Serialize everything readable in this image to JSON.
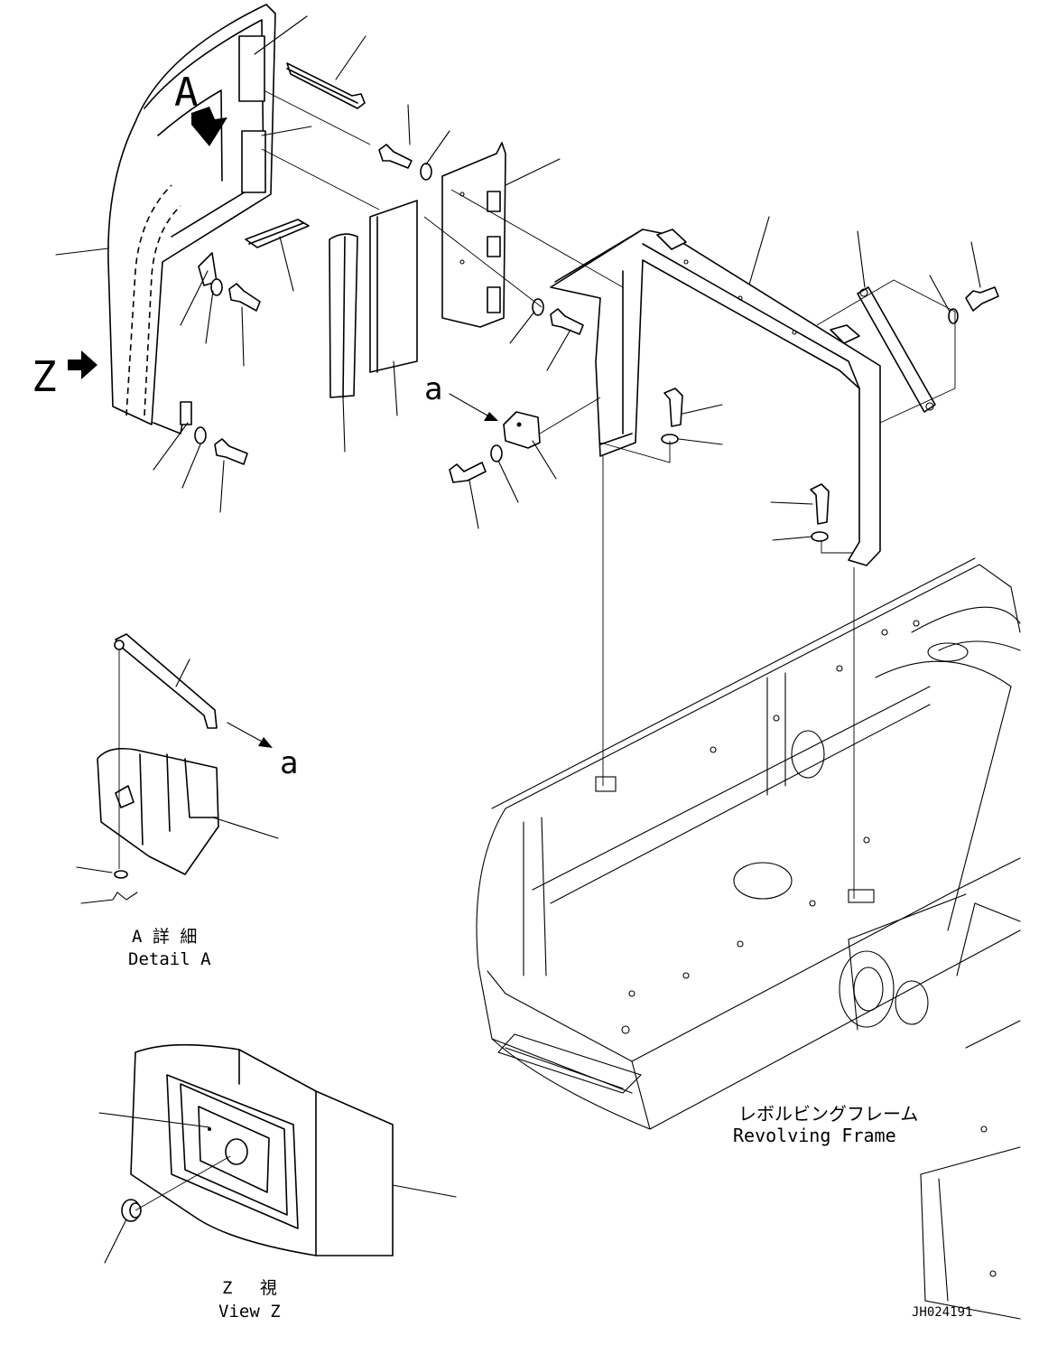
{
  "callouts": {
    "view_a": "A",
    "view_z": "Z",
    "arrow_a1": "a",
    "arrow_a2": "a"
  },
  "detail_a": {
    "title_jp": "A 詳 細",
    "title_en": "Detail A"
  },
  "view_z": {
    "title_jp": "Z　 視",
    "title_en": "View Z"
  },
  "revolving_frame": {
    "label_jp": "レボルビングフレーム",
    "label_en": "Revolving Frame"
  },
  "drawing_id": "JH024191"
}
